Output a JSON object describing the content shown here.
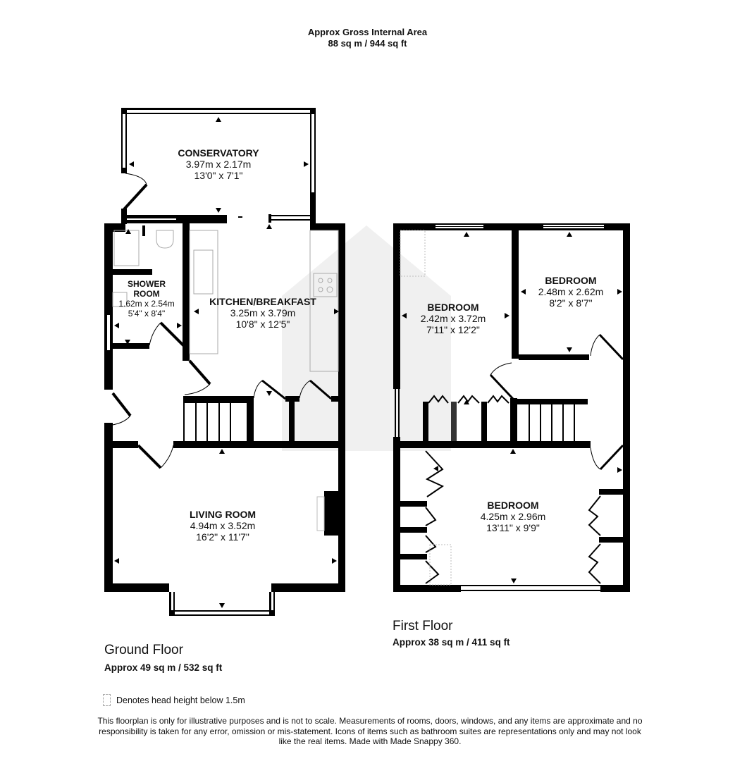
{
  "header": {
    "title": "Approx Gross Internal Area",
    "area": "88 sq m / 944 sq ft"
  },
  "ground_floor": {
    "title": "Ground Floor",
    "area": "Approx 49 sq m / 532 sq ft",
    "rooms": [
      {
        "name": "CONSERVATORY",
        "metric": "3.97m x 2.17m",
        "imperial": "13'0\" x 7'1\""
      },
      {
        "name": "SHOWER",
        "name2": "ROOM",
        "metric": "1.62m x 2.54m",
        "imperial": "5'4\" x 8'4\""
      },
      {
        "name": "KITCHEN/BREAKFAST",
        "metric": "3.25m x 3.79m",
        "imperial": "10'8\" x 12'5\""
      },
      {
        "name": "LIVING ROOM",
        "metric": "4.94m x 3.52m",
        "imperial": "16'2\" x 11'7\""
      }
    ]
  },
  "first_floor": {
    "title": "First Floor",
    "area": "Approx 38 sq m / 411 sq ft",
    "rooms": [
      {
        "name": "BEDROOM",
        "metric": "2.42m x 3.72m",
        "imperial": "7'11\" x 12'2\""
      },
      {
        "name": "BEDROOM",
        "metric": "2.48m x 2.62m",
        "imperial": "8'2\" x 8'7\""
      },
      {
        "name": "BEDROOM",
        "metric": "4.25m x 2.96m",
        "imperial": "13'11\" x 9'9\""
      }
    ]
  },
  "legend": {
    "label": "Denotes head height below 1.5m"
  },
  "disclaimer": "This floorplan is only for illustrative purposes and is not to scale. Measurements of rooms, doors, windows, and any items are approximate and no responsibility is taken for any error, omission or mis-statement. Icons of items such as bathroom suites are representations only and may not look like the real items. Made with Made Snappy 360.",
  "colors": {
    "wall": "#000000",
    "background": "#ffffff",
    "fixture": "#b0b0b0",
    "text": "#111111"
  }
}
